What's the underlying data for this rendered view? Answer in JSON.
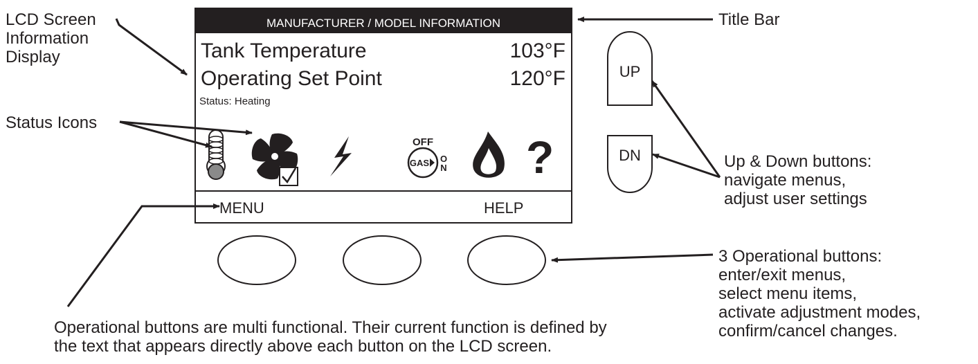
{
  "lcd": {
    "title_bar": "MANUFACTURER / MODEL INFORMATION",
    "rows": [
      {
        "label": "Tank Temperature",
        "value": "103°F"
      },
      {
        "label": "Operating Set Point",
        "value": "120°F"
      }
    ],
    "status": "Status: Heating",
    "icons": [
      "thermometer-icon",
      "fan-icon",
      "checkbox-checked-icon",
      "lightning-icon",
      "gas-valve-icon",
      "flame-icon",
      "question-mark-icon"
    ],
    "gas_valve": {
      "off": "OFF",
      "gas": "GAS",
      "on_o": "O",
      "on_n": "N"
    },
    "softkey_left": "MENU",
    "softkey_right": "HELP"
  },
  "side_buttons": {
    "up": "UP",
    "down": "DN"
  },
  "callouts": {
    "lcd_screen": "LCD Screen\nInformation\nDisplay",
    "status_icons": "Status Icons",
    "title_bar": "Title Bar",
    "up_down": "Up & Down buttons:\nnavigate menus,\nadjust user settings",
    "operational_buttons": "3 Operational buttons:\nenter/exit menus,\nselect menu items,\nactivate adjustment modes,\nconfirm/cancel changes.",
    "operational_note": "Operational buttons are multi functional. Their current function is defined by\nthe text that appears directly above each button on the LCD screen."
  },
  "colors": {
    "line": "#231f20",
    "title_bar_bg": "#231f20",
    "title_bar_text": "#ffffff",
    "thermometer_bulb": "#8a8a8a"
  }
}
